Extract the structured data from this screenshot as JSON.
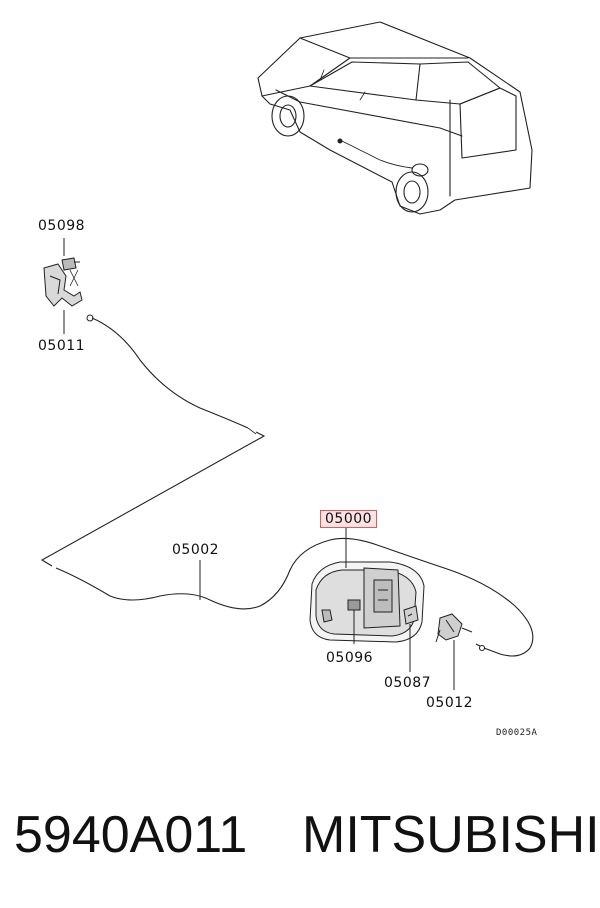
{
  "diagram": {
    "callouts": {
      "c05098": "05098",
      "c05011": "05011",
      "c05002": "05002",
      "c05000": "05000",
      "c05096": "05096",
      "c05087": "05087",
      "c05012": "05012"
    },
    "drawing_code": "D00025A"
  },
  "footer": {
    "part_number": "5940A011",
    "brand": "MITSUBISHI"
  }
}
